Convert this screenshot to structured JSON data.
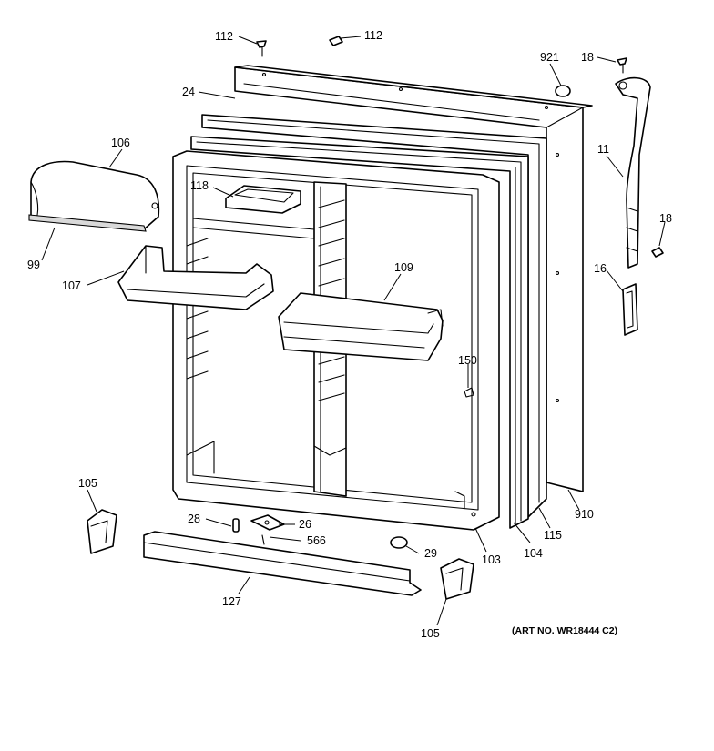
{
  "art_number": "(ART NO. WR18444 C2)",
  "callouts": {
    "c112a": "112",
    "c112b": "112",
    "c24": "24",
    "c921": "921",
    "c18a": "18",
    "c18b": "18",
    "c11": "11",
    "c16": "16",
    "c106": "106",
    "c99": "99",
    "c118": "118",
    "c107": "107",
    "c109": "109",
    "c150": "150",
    "c105a": "105",
    "c105b": "105",
    "c28": "28",
    "c26": "26",
    "c566": "566",
    "c29": "29",
    "c127": "127",
    "c103": "103",
    "c104": "104",
    "c115": "115",
    "c910": "910"
  }
}
